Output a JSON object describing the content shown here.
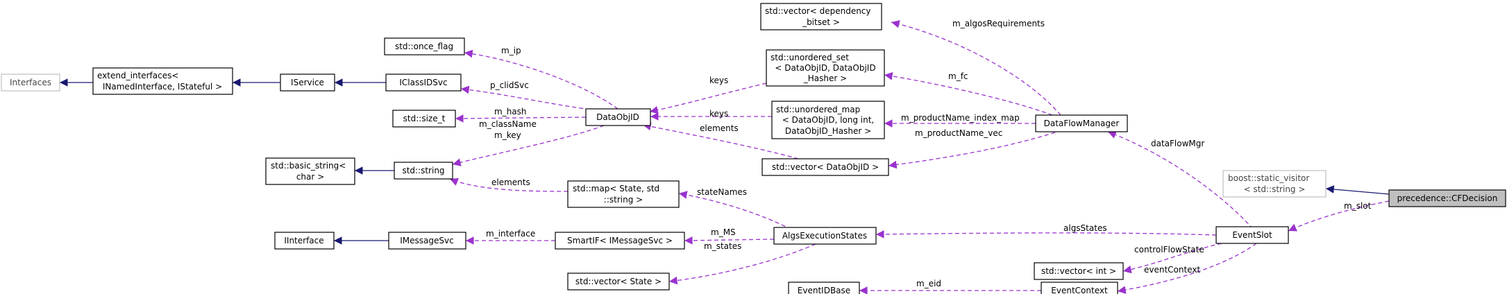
{
  "nodes": {
    "interfaces": {
      "lines": [
        "Interfaces"
      ]
    },
    "extend_interfaces": {
      "lines": [
        "extend_interfaces<",
        "INamedInterface, IStateful >"
      ]
    },
    "iservice": {
      "lines": [
        "IService"
      ]
    },
    "iclassidsvc": {
      "lines": [
        "IClassIDSvc"
      ]
    },
    "once_flag": {
      "lines": [
        "std::once_flag"
      ]
    },
    "size_t": {
      "lines": [
        "std::size_t"
      ]
    },
    "basic_string": {
      "lines": [
        "std::basic_string<",
        "char >"
      ]
    },
    "string": {
      "lines": [
        "std::string"
      ]
    },
    "iinterface": {
      "lines": [
        "IInterface"
      ]
    },
    "imessagesvc": {
      "lines": [
        "IMessageSvc"
      ]
    },
    "dataobjid": {
      "lines": [
        "DataObjID"
      ]
    },
    "vector_dependency": {
      "lines": [
        "std::vector< dependency",
        "_bitset >"
      ]
    },
    "unordered_set": {
      "lines": [
        "std::unordered_set",
        "< DataObjID, DataObjID",
        "_Hasher >"
      ]
    },
    "unordered_map": {
      "lines": [
        "std::unordered_map",
        "< DataObjID, long int,",
        "DataObjID_Hasher >"
      ]
    },
    "vector_dataobjid": {
      "lines": [
        "std::vector< DataObjID >"
      ]
    },
    "map_state": {
      "lines": [
        "std::map< State, std",
        "::string >"
      ]
    },
    "smartif": {
      "lines": [
        "SmartIF< IMessageSvc >"
      ]
    },
    "vector_state": {
      "lines": [
        "std::vector< State >"
      ]
    },
    "dataflowmanager": {
      "lines": [
        "DataFlowManager"
      ]
    },
    "algsexecutionstates": {
      "lines": [
        "AlgsExecutionStates"
      ]
    },
    "eventidbase": {
      "lines": [
        "EventIDBase"
      ]
    },
    "eventcontext": {
      "lines": [
        "EventContext"
      ]
    },
    "vector_int": {
      "lines": [
        "std::vector< int >"
      ]
    },
    "eventslot": {
      "lines": [
        "EventSlot"
      ]
    },
    "static_visitor": {
      "lines": [
        "boost::static_visitor",
        "< std::string >"
      ]
    },
    "cfdecision": {
      "lines": [
        "precedence::CFDecision"
      ]
    }
  },
  "edge_labels": {
    "m_ip": "m_ip",
    "p_clidsvc": "p_clidSvc",
    "m_hash": "m_hash",
    "m_classname_key": [
      "m_className",
      "m_key"
    ],
    "elements_string": "elements",
    "m_interface": "m_interface",
    "keys_set": "keys",
    "keys_map": "keys",
    "elements_vec": "elements",
    "m_algosrequirements": "m_algosRequirements",
    "m_fc": "m_fc",
    "m_productname_index_map": "m_productName_index_map",
    "m_productname_vec": "m_productName_vec",
    "statenames": "stateNames",
    "m_ms": "m_MS",
    "m_states": "m_states",
    "dataflowmgr": "dataFlowMgr",
    "algsstates": "algsStates",
    "controlflowstate": "controlFlowState",
    "eventcontext": "eventContext",
    "m_eid": "m_eid",
    "m_slot": "m_slot"
  },
  "colors": {
    "inheritance_edge": "#191970",
    "member_edge": "#9a32cd",
    "focus_fill": "#bfbfbf",
    "external_border": "#bfbfbf"
  }
}
